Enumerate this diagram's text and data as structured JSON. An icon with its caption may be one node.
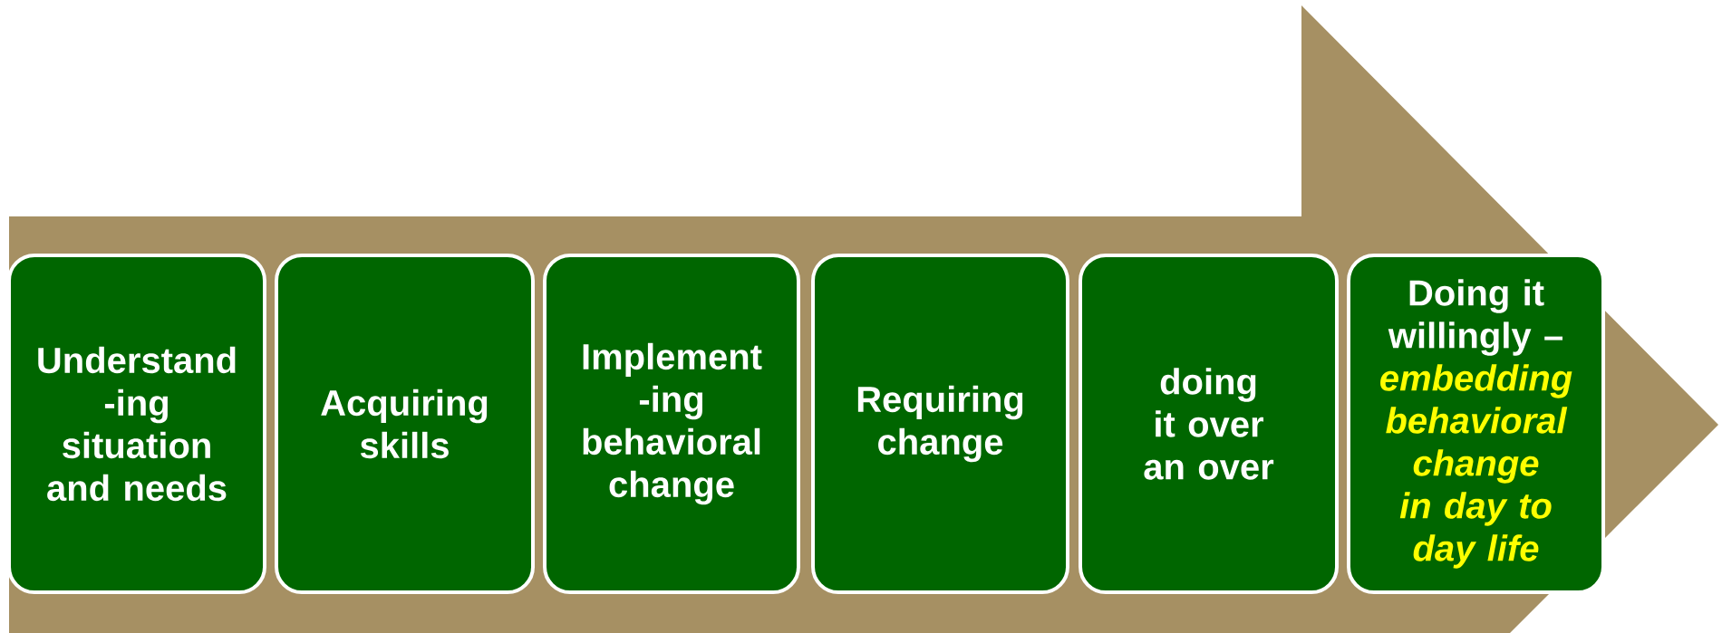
{
  "diagram": {
    "nodes": [
      {
        "text": [],
        "shape": "arrow"
      },
      {
        "text": [
          "Understand -ing situation and needs"
        ],
        "in": 0
      },
      {
        "text": [
          "Acquiring skills"
        ],
        "in": 0
      },
      {
        "text": [
          "Implement -ing behavioral change"
        ],
        "in": 0
      },
      {
        "text": [
          "Requiring change"
        ],
        "in": 0
      },
      {
        "text": [
          "doing it over an over"
        ],
        "in": 0
      },
      {
        "text": [
          "Doing it willingly –",
          "embedding behavioral change in day to day life"
        ],
        "in": 0
      }
    ]
  }
}
